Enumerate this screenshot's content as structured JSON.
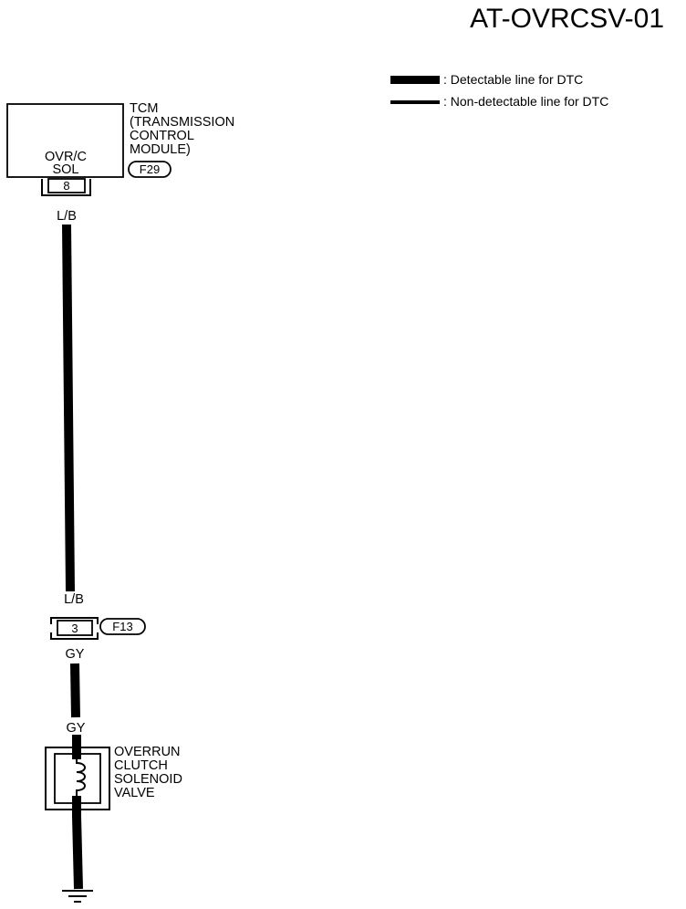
{
  "diagram_id": "AT-OVRCSV-01",
  "legend": {
    "detectable": ": Detectable line for DTC",
    "non_detectable": ": Non-detectable line for DTC"
  },
  "tcm": {
    "label_lines": [
      "TCM",
      "(TRANSMISSION",
      "CONTROL",
      "MODULE)"
    ],
    "terminal_name_lines": [
      "OVR/C",
      "SOL"
    ],
    "connector_id": "F29",
    "terminal_number": "8"
  },
  "wire_upper": {
    "color_code_top": "L/B",
    "color_code_bottom": "L/B"
  },
  "intermediate_connector": {
    "connector_id": "F13",
    "terminal_number": "3"
  },
  "wire_lower": {
    "color_code_top": "GY",
    "color_code_bottom": "GY"
  },
  "solenoid": {
    "label_lines": [
      "OVERRUN",
      "CLUTCH",
      "SOLENOID",
      "VALVE"
    ]
  },
  "colors": {
    "line": "#000000",
    "background": "#ffffff"
  }
}
